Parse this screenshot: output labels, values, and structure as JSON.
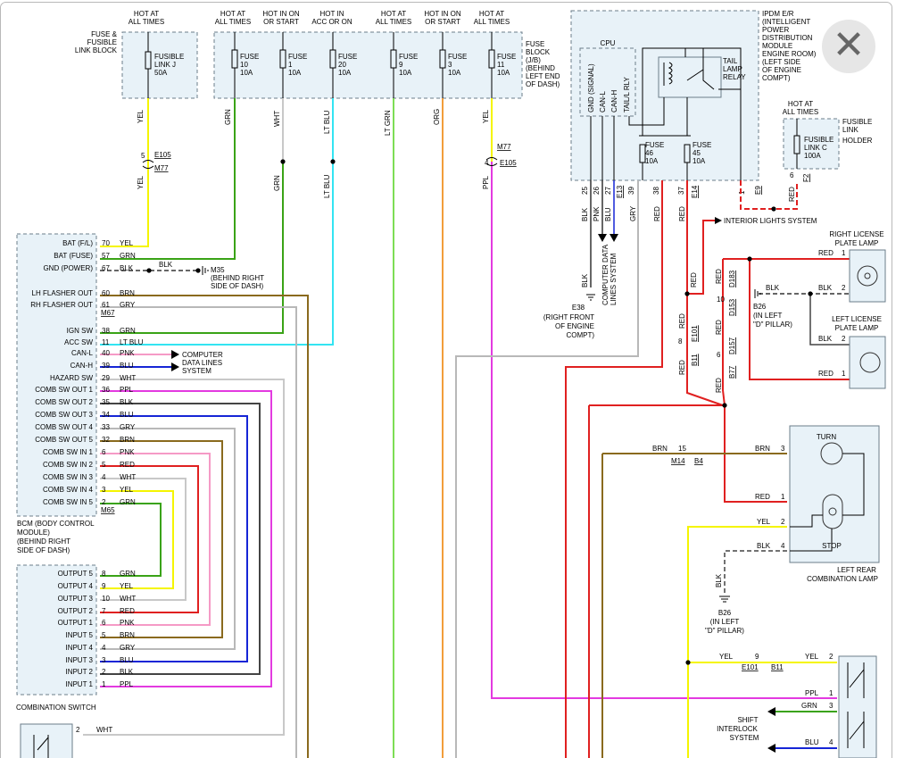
{
  "header_conditions": {
    "fl_j": [
      "HOT AT",
      "ALL TIMES"
    ],
    "f10": [
      "HOT AT",
      "ALL TIMES"
    ],
    "f1": [
      "HOT IN ON",
      "OR START"
    ],
    "f20": [
      "HOT IN",
      "ACC OR ON"
    ],
    "f9": [
      "HOT AT",
      "ALL TIMES"
    ],
    "f3": [
      "HOT IN ON",
      "OR START"
    ],
    "f11": [
      "HOT AT",
      "ALL TIMES"
    ],
    "fl_c": [
      "HOT AT",
      "ALL TIMES"
    ]
  },
  "fusible_link_block": {
    "label": [
      "FUSE &",
      "FUSIBLE",
      "LINK BLOCK"
    ],
    "fuse": [
      "FUSIBLE",
      "LINK J",
      "50A"
    ]
  },
  "fuse_block": {
    "label": [
      "FUSE",
      "BLOCK",
      "(J/B)",
      "(BEHIND",
      "LEFT END",
      "OF DASH)"
    ],
    "fuses": [
      {
        "name": "FUSE",
        "num": "10",
        "amp": "10A"
      },
      {
        "name": "FUSE",
        "num": "1",
        "amp": "10A"
      },
      {
        "name": "FUSE",
        "num": "20",
        "amp": "10A"
      },
      {
        "name": "FUSE",
        "num": "9",
        "amp": "10A"
      },
      {
        "name": "FUSE",
        "num": "3",
        "amp": "10A"
      },
      {
        "name": "FUSE",
        "num": "11",
        "amp": "10A"
      }
    ]
  },
  "ipdm": {
    "label": [
      "IPDM E/R",
      "(INTELLIGENT",
      "POWER",
      "DISTRIBUTION",
      "MODULE",
      "ENGINE ROOM)",
      "(LEFT SIDE",
      "OF ENGINE",
      "COMPT)"
    ],
    "cpu": "CPU",
    "cpu_pins": [
      "GND (SIGNAL)",
      "CAN-L",
      "CAN-H",
      "TAIL/L RLY"
    ],
    "relay": [
      "TAIL",
      "LAMP",
      "RELAY"
    ],
    "fuse46": [
      "FUSE",
      "46",
      "10A"
    ],
    "fuse45": [
      "FUSE",
      "45",
      "10A"
    ],
    "pins": [
      "25",
      "26",
      "27",
      "39",
      "38",
      "37",
      "1"
    ],
    "connectors": [
      "E13",
      "E14",
      "E9"
    ]
  },
  "fusible_link_holder": {
    "label": [
      "FUSIBLE",
      "LINK",
      "HOLDER"
    ],
    "fuse": [
      "FUSIBLE",
      "LINK C",
      "100A"
    ],
    "pin": "6",
    "conn": "F2",
    "wire": "RED"
  },
  "wire_colors": {
    "yel": "YEL",
    "grn": "GRN",
    "wht": "WHT",
    "ltblu": "LT BLU",
    "ltgrn": "LT GRN",
    "org": "ORG",
    "ppl": "PPL",
    "blk": "BLK",
    "pnk": "PNK",
    "blu": "BLU",
    "gry": "GRY",
    "red": "RED",
    "brn": "BRN"
  },
  "inline_connectors": {
    "e105_a": {
      "pin": "5",
      "conn": "E105",
      "mate": "M77"
    },
    "m77_b": {
      "pin": "4",
      "conn": "M77",
      "mate": "E105"
    }
  },
  "bcm": {
    "label": [
      "BCM (BODY CONTROL",
      "MODULE)",
      "(BEHIND RIGHT",
      "SIDE OF DASH)"
    ],
    "pins": [
      {
        "name": "BAT (F/L)",
        "num": "70",
        "wire": "YEL"
      },
      {
        "name": "BAT (FUSE)",
        "num": "57",
        "wire": "GRN"
      },
      {
        "name": "GND (POWER)",
        "num": "67",
        "wire": "BLK"
      },
      {
        "name": "LH FLASHER OUT",
        "num": "60",
        "wire": "BRN"
      },
      {
        "name": "RH FLASHER OUT",
        "num": "61",
        "wire": "GRY"
      },
      {
        "name": "IGN SW",
        "num": "38",
        "wire": "GRN"
      },
      {
        "name": "ACC SW",
        "num": "11",
        "wire": "LT BLU"
      },
      {
        "name": "CAN-L",
        "num": "40",
        "wire": "PNK"
      },
      {
        "name": "CAN-H",
        "num": "39",
        "wire": "BLU"
      },
      {
        "name": "HAZARD SW",
        "num": "29",
        "wire": "WHT"
      },
      {
        "name": "COMB SW OUT 1",
        "num": "36",
        "wire": "PPL"
      },
      {
        "name": "COMB SW OUT 2",
        "num": "35",
        "wire": "BLK"
      },
      {
        "name": "COMB SW OUT 3",
        "num": "34",
        "wire": "BLU"
      },
      {
        "name": "COMB SW OUT 4",
        "num": "33",
        "wire": "GRY"
      },
      {
        "name": "COMB SW OUT 5",
        "num": "32",
        "wire": "BRN"
      },
      {
        "name": "COMB SW IN 1",
        "num": "6",
        "wire": "PNK"
      },
      {
        "name": "COMB SW IN 2",
        "num": "5",
        "wire": "RED"
      },
      {
        "name": "COMB SW IN 3",
        "num": "4",
        "wire": "WHT"
      },
      {
        "name": "COMB SW IN 4",
        "num": "3",
        "wire": "YEL"
      },
      {
        "name": "COMB SW IN 5",
        "num": "2",
        "wire": "GRN"
      }
    ],
    "m67": "M67",
    "m65": "M65",
    "gnd": {
      "conn": "M35",
      "label": [
        "(BEHIND RIGHT",
        "SIDE OF DASH)"
      ]
    },
    "can_label": [
      "COMPUTER",
      "DATA LINES",
      "SYSTEM"
    ]
  },
  "combination_switch": {
    "label": "COMBINATION SWITCH",
    "pins": [
      {
        "name": "OUTPUT 5",
        "num": "8",
        "wire": "GRN"
      },
      {
        "name": "OUTPUT 4",
        "num": "9",
        "wire": "YEL"
      },
      {
        "name": "OUTPUT 3",
        "num": "10",
        "wire": "WHT"
      },
      {
        "name": "OUTPUT 2",
        "num": "7",
        "wire": "RED"
      },
      {
        "name": "OUTPUT 1",
        "num": "6",
        "wire": "PNK"
      },
      {
        "name": "INPUT 5",
        "num": "5",
        "wire": "BRN"
      },
      {
        "name": "INPUT 4",
        "num": "4",
        "wire": "GRY"
      },
      {
        "name": "INPUT 3",
        "num": "3",
        "wire": "BLU"
      },
      {
        "name": "INPUT 2",
        "num": "2",
        "wire": "BLK"
      },
      {
        "name": "INPUT 1",
        "num": "1",
        "wire": "PPL"
      }
    ]
  },
  "hazard_switch": {
    "pin": "2",
    "wire": "WHT"
  },
  "e38_ground": {
    "conn": "E38",
    "label": [
      "(RIGHT FRONT",
      "OF ENGINE",
      "COMPT)"
    ]
  },
  "computer_data_lines_vertical": [
    "COMPUTER DATA",
    "LINES SYSTEM"
  ],
  "interior_lights": "INTERIOR LIGHTS SYSTEM",
  "rear_connectors": {
    "d183": {
      "pin": "10",
      "conn": "D183",
      "mate": "D153"
    },
    "e101": {
      "pin": "8",
      "conn": "E101",
      "mate": "B11"
    },
    "d157": {
      "pin": "6",
      "conn": "D157",
      "mate": "B77"
    },
    "m14": {
      "pin": "15",
      "conn": "M14",
      "mate": "B4"
    },
    "e101b": {
      "pin": "9",
      "conn": "E101",
      "mate": "B11"
    }
  },
  "right_license_lamp": {
    "label": [
      "RIGHT LICENSE",
      "PLATE LAMP"
    ],
    "pins": [
      "1",
      "2"
    ]
  },
  "left_license_lamp": {
    "label": [
      "LEFT LICENSE",
      "PLATE LAMP"
    ],
    "pins": [
      "2",
      "1"
    ]
  },
  "b26_top": {
    "conn": "B26",
    "label": [
      "(IN LEFT",
      "\"D\" PILLAR)"
    ]
  },
  "b26_bottom": {
    "conn": "B26",
    "label": [
      "(IN LEFT",
      "\"D\" PILLAR)"
    ]
  },
  "left_rear_lamp": {
    "label": [
      "LEFT REAR",
      "COMBINATION LAMP"
    ],
    "turn": "TURN",
    "stop": "STOP",
    "pins": [
      "3",
      "1",
      "2",
      "4"
    ]
  },
  "shift_interlock": {
    "label": [
      "SHIFT",
      "INTERLOCK",
      "SYSTEM"
    ],
    "pins": [
      "2",
      "1",
      "3",
      "4"
    ]
  },
  "colors": {
    "yel": "#f5f500",
    "grn": "#3aa316",
    "ltblu": "#33e4f2",
    "ltgrn": "#7ddd55",
    "org": "#f29d3a",
    "ppl": "#e33ae0",
    "pnk": "#f59ac6",
    "blu": "#1625d6",
    "red": "#e02020",
    "brn": "#8a6a1e",
    "gry": "#b8b8b8",
    "blk": "#333333",
    "wht": "#c8c8c8"
  }
}
